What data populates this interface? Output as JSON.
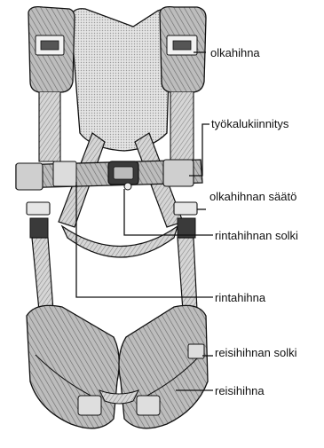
{
  "diagram": {
    "labels": [
      {
        "id": "shoulder-strap",
        "text": "olkahihna"
      },
      {
        "id": "tool-lock",
        "text": "työkalukiinnitys"
      },
      {
        "id": "shoulder-adjuster",
        "text": "olkahihnan säätö"
      },
      {
        "id": "chest-buckle",
        "text": "rintahihnan solki"
      },
      {
        "id": "chest-strap",
        "text": "rintahihna"
      },
      {
        "id": "thigh-buckle",
        "text": "reisihihnan solki"
      },
      {
        "id": "thigh-strap",
        "text": "reisihihna"
      }
    ],
    "colors": {
      "line": "#111111",
      "pad_fill": "#c8c8c8",
      "webbing": "#9a9a9a",
      "dark": "#3a3a3a"
    }
  }
}
